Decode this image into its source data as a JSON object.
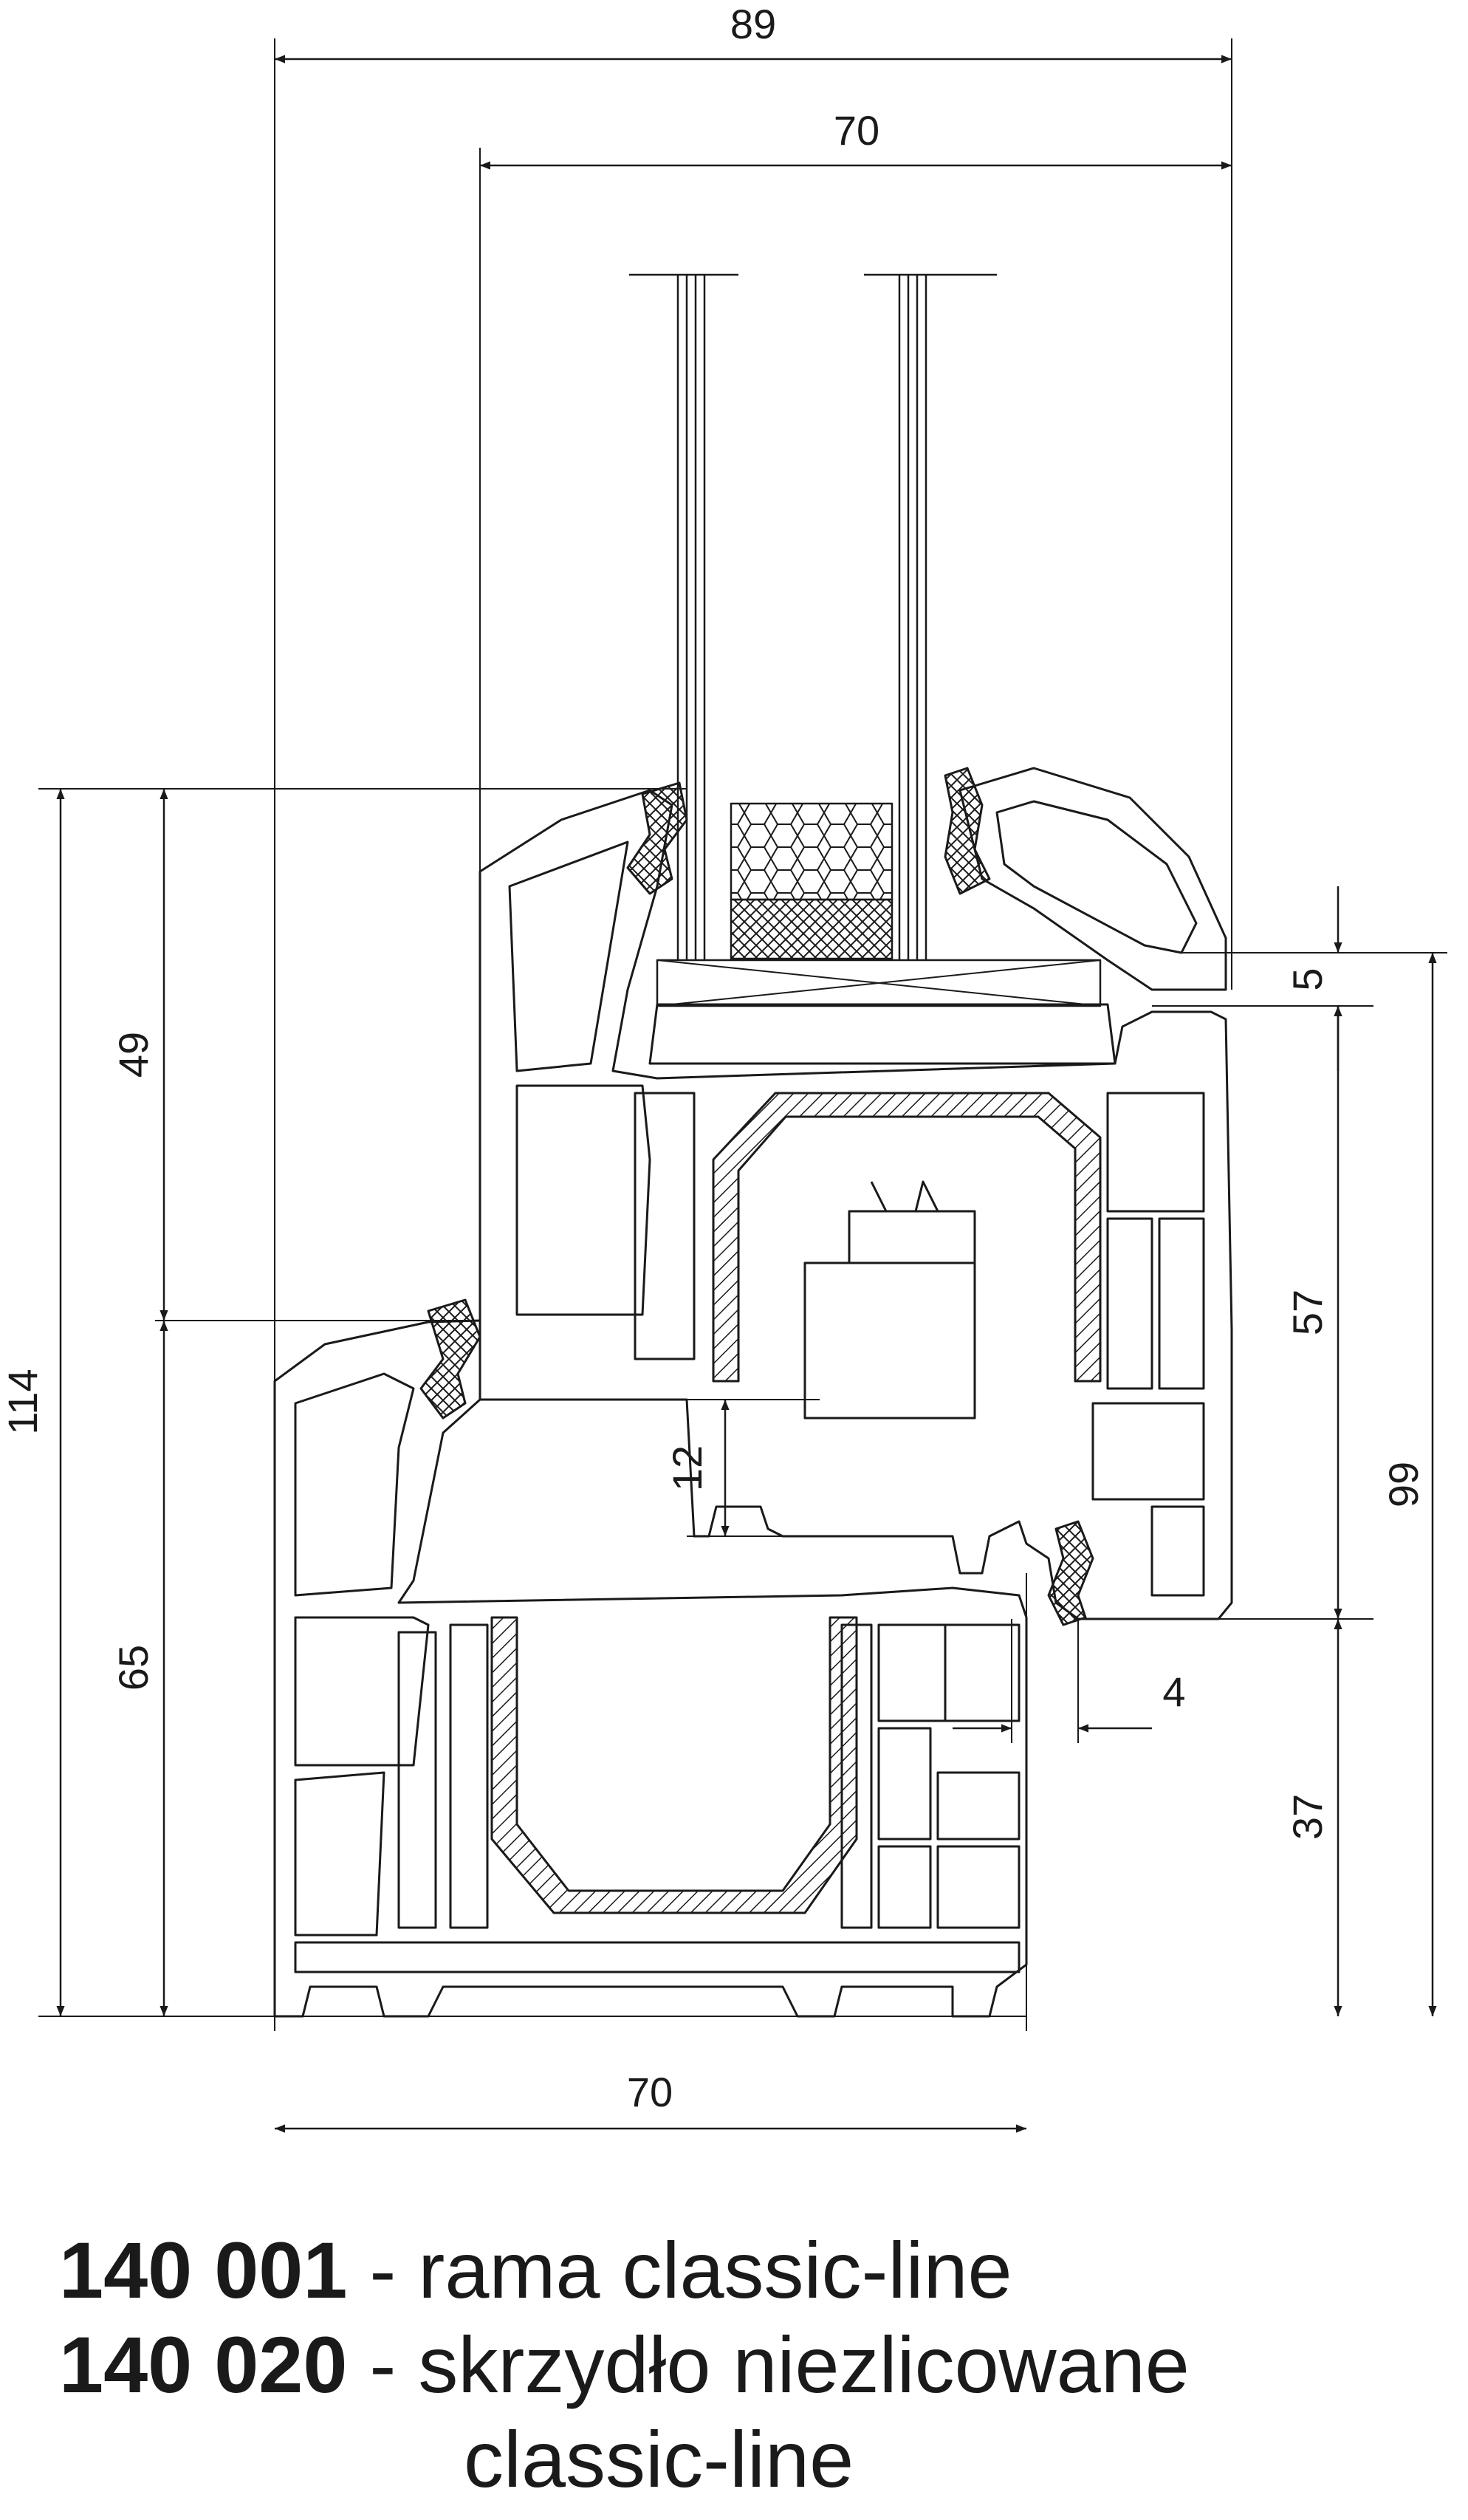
{
  "dimensions": {
    "top_overall": "89",
    "top_sash": "70",
    "left_total": "114",
    "left_upper": "49",
    "left_lower": "65",
    "right_small": "5",
    "right_middle": "57",
    "right_total": "99",
    "right_lower": "37",
    "inner_vertical": "12",
    "inner_horizontal": "4",
    "bottom_frame": "70"
  },
  "captions": [
    {
      "code": "140 001",
      "text": " - rama classic-line"
    },
    {
      "code": "140 020",
      "text": " - skrzydło niezlicowane"
    }
  ],
  "caption_continuation": "classic-line",
  "colors": {
    "line": "#1a1a1a",
    "background": "#ffffff"
  }
}
